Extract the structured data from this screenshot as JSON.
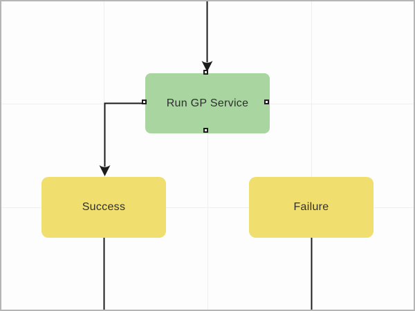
{
  "canvas": {
    "background": "#fdfdfd",
    "border_color": "#b5b5b5",
    "gridline_color": "#efefef",
    "connector_color": "#1c1c1c",
    "handle_border_color": "#1c1c1c",
    "handle_fill": "#ffffff"
  },
  "diagram": {
    "nodes": [
      {
        "id": "run-gp-service",
        "label": "Run GP Service",
        "type": "process-step",
        "fill": "#a8d5a0",
        "selected": true
      },
      {
        "id": "success",
        "label": "Success",
        "type": "outcome",
        "fill": "#f0df6e",
        "selected": false
      },
      {
        "id": "failure",
        "label": "Failure",
        "type": "outcome",
        "fill": "#f0df6e",
        "selected": false
      }
    ],
    "connectors": [
      {
        "id": "incoming-top",
        "from": "offscreen-top",
        "to": "run-gp-service",
        "arrowhead": true
      },
      {
        "id": "run-gp-service-to-success",
        "from": "run-gp-service-left-handle",
        "to": "success",
        "arrowhead": true
      },
      {
        "id": "success-outgoing",
        "from": "success",
        "to": "offscreen-bottom",
        "arrowhead": false
      },
      {
        "id": "failure-outgoing",
        "from": "failure",
        "to": "offscreen-bottom",
        "arrowhead": false
      }
    ],
    "selection_handles": [
      "top",
      "bottom",
      "left",
      "right"
    ]
  }
}
